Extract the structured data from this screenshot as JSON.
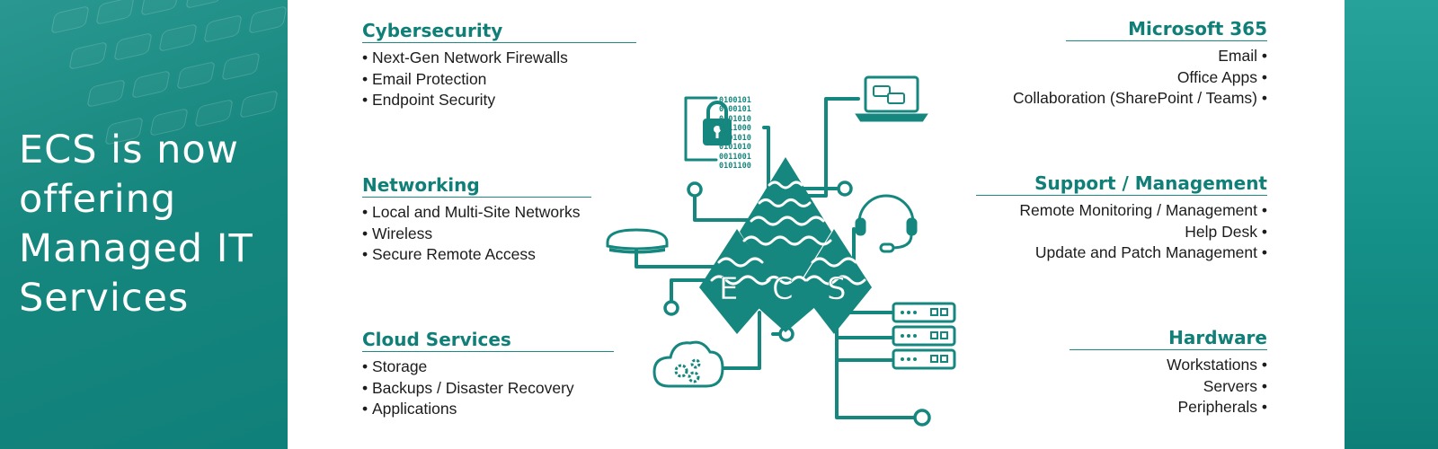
{
  "banner": {
    "headline_lines": [
      "ECS is now",
      "offering",
      "Managed IT",
      "Services"
    ]
  },
  "colors": {
    "brand_teal": "#1a8a82",
    "heading_teal": "#0f7f77",
    "text": "#1c1c1c"
  },
  "sections": {
    "cybersecurity": {
      "title": "Cybersecurity",
      "items": [
        "Next-Gen Network Firewalls",
        "Email Protection",
        "Endpoint Security"
      ]
    },
    "networking": {
      "title": "Networking",
      "items": [
        "Local and Multi-Site Networks",
        "Wireless",
        "Secure Remote Access"
      ]
    },
    "cloud": {
      "title": "Cloud Services",
      "items": [
        "Storage",
        "Backups / Disaster Recovery",
        "Applications"
      ]
    },
    "microsoft": {
      "title": "Microsoft 365",
      "items": [
        "Email",
        "Office Apps",
        "Collaboration (SharePoint / Teams)"
      ]
    },
    "support": {
      "title": "Support / Management",
      "items": [
        "Remote Monitoring / Management",
        "Help Desk",
        "Update and Patch Management"
      ]
    },
    "hardware": {
      "title": "Hardware",
      "items": [
        "Workstations",
        "Servers",
        "Peripherals"
      ]
    }
  },
  "diagram": {
    "binary_lines": [
      "0100101",
      "0100101",
      "0101010",
      "0111000",
      "0101010",
      "0101010",
      "0011001",
      "0101100"
    ],
    "logo_letters": [
      "E",
      "C",
      "S"
    ],
    "icons": [
      "lock-icon",
      "laptop-chat-icon",
      "wireless-access-point-icon",
      "headset-icon",
      "cloud-gears-icon",
      "server-rack-icon"
    ]
  }
}
